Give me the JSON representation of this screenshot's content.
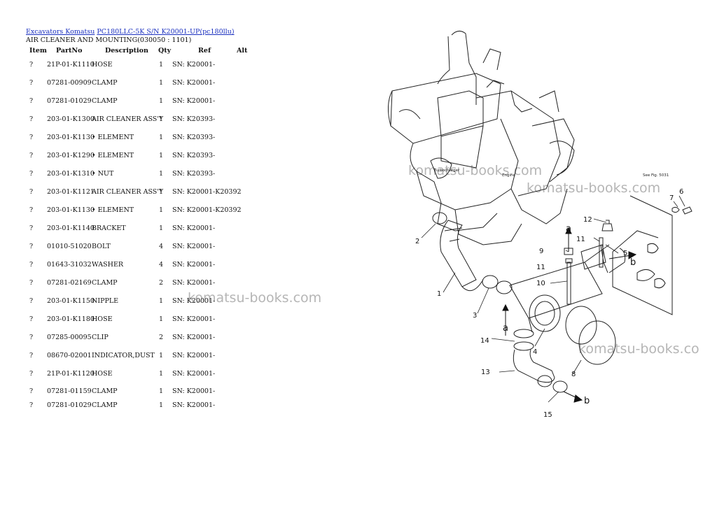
{
  "breadcrumb": {
    "link1": "Excavators Komatsu",
    "link2": "PC180LLC-5K S/N K20001-UP(pc180llu)"
  },
  "section_title": "AIR CLEANER AND MOUNTING(030050 : 1101)",
  "columns": {
    "item": "Item",
    "partno": "PartNo",
    "description": "Description",
    "qty": "Qty",
    "ref": "Ref",
    "alt": "Alt"
  },
  "parts": [
    {
      "item": "?",
      "partno": "21P-01-K1110",
      "description": "HOSE",
      "qty": "1",
      "ref": "SN: K20001-"
    },
    {
      "item": "?",
      "partno": "07281-00909",
      "description": "CLAMP",
      "qty": "1",
      "ref": "SN: K20001-"
    },
    {
      "item": "?",
      "partno": "07281-01029",
      "description": "CLAMP",
      "qty": "1",
      "ref": "SN: K20001-"
    },
    {
      "item": "?",
      "partno": "203-01-K1300",
      "description": "AIR CLEANER ASS'Y",
      "qty": "1",
      "ref": "SN: K20393-"
    },
    {
      "item": "?",
      "partno": "203-01-K1130",
      "description": "• ELEMENT",
      "qty": "1",
      "ref": "SN: K20393-"
    },
    {
      "item": "?",
      "partno": "203-01-K1290",
      "description": "• ELEMENT",
      "qty": "1",
      "ref": "SN: K20393-"
    },
    {
      "item": "?",
      "partno": "203-01-K1310",
      "description": "• NUT",
      "qty": "1",
      "ref": "SN: K20393-"
    },
    {
      "item": "?",
      "partno": "203-01-K1121",
      "description": "AIR CLEANER ASS'Y",
      "qty": "1",
      "ref": "SN: K20001-K20392"
    },
    {
      "item": "?",
      "partno": "203-01-K1130",
      "description": "• ELEMENT",
      "qty": "1",
      "ref": "SN: K20001-K20392"
    },
    {
      "item": "?",
      "partno": "203-01-K1140",
      "description": "BRACKET",
      "qty": "1",
      "ref": "SN: K20001-"
    },
    {
      "item": "?",
      "partno": "01010-51020",
      "description": "BOLT",
      "qty": "4",
      "ref": "SN: K20001-"
    },
    {
      "item": "?",
      "partno": "01643-31032",
      "description": "WASHER",
      "qty": "4",
      "ref": "SN: K20001-"
    },
    {
      "item": "?",
      "partno": "07281-02169",
      "description": "CLAMP",
      "qty": "2",
      "ref": "SN: K20001-"
    },
    {
      "item": "?",
      "partno": "203-01-K1150",
      "description": "NIPPLE",
      "qty": "1",
      "ref": "SN: K20001-"
    },
    {
      "item": "?",
      "partno": "203-01-K1180",
      "description": "HOSE",
      "qty": "1",
      "ref": "SN: K20001-"
    },
    {
      "item": "?",
      "partno": "07285-00095",
      "description": "CLIP",
      "qty": "2",
      "ref": "SN: K20001-"
    },
    {
      "item": "?",
      "partno": "08670-02001",
      "description": "INDICATOR,DUST",
      "qty": "1",
      "ref": "SN: K20001-"
    },
    {
      "item": "?",
      "partno": "21P-01-K1120",
      "description": "HOSE",
      "qty": "1",
      "ref": "SN: K20001-"
    },
    {
      "item": "?",
      "partno": "07281-01159",
      "description": "CLAMP",
      "qty": "1",
      "ref": "SN: K20001-"
    },
    {
      "item": "?",
      "partno": "07281-01029",
      "description": "CLAMP",
      "qty": "1",
      "ref": "SN: K20001-"
    }
  ],
  "watermark_text": "komatsu-books.com",
  "watermark_text_cut": "komatsu-books.co",
  "diagram": {
    "callouts": [
      "1",
      "2",
      "3",
      "4",
      "5",
      "6",
      "7",
      "8",
      "9",
      "10",
      "11",
      "12",
      "13",
      "14",
      "15"
    ],
    "arrow_a": "a",
    "arrow_b": "b",
    "label_turbo": "Turbocharger",
    "label_engine": "Engine",
    "label_seefig": "See Fig. 5031"
  }
}
